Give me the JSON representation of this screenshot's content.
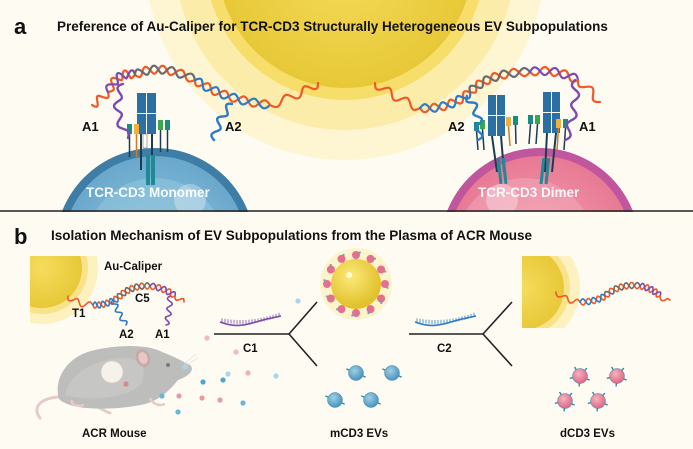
{
  "panel_a": {
    "letter": "a",
    "title": "Preference of Au-Caliper for TCR-CD3 Structurally Heterogeneous EV Subpopulations",
    "monomer_label": "TCR-CD3 Monomer",
    "dimer_label": "TCR-CD3 Dimer",
    "left_aptamer_a1": "A1",
    "left_aptamer_a2": "A2",
    "right_aptamer_a2": "A2",
    "right_aptamer_a1": "A1"
  },
  "panel_b": {
    "letter": "b",
    "title": "Isolation Mechanism of EV Subpopulations from the Plasma of ACR Mouse",
    "au_caliper_label": "Au-Caliper",
    "t1_label": "T1",
    "c5_label": "C5",
    "a2_label": "A2",
    "a1_label": "A1",
    "mouse_label": "ACR Mouse",
    "c1_label": "C1",
    "c2_label": "C2",
    "mcd3_label": "mCD3 EVs",
    "dcd3_label": "dCD3 EVs"
  },
  "colors": {
    "background": "#fefbf3",
    "gold": "#f0d44a",
    "monomer_ev": "#6aaed0",
    "dimer_ev": "#ec8aa0",
    "strand_orange": "#f05a28",
    "strand_gray": "#6b6b6b",
    "aptamer_a1": "#7b4bb0",
    "aptamer_a2": "#2d7cc8"
  }
}
